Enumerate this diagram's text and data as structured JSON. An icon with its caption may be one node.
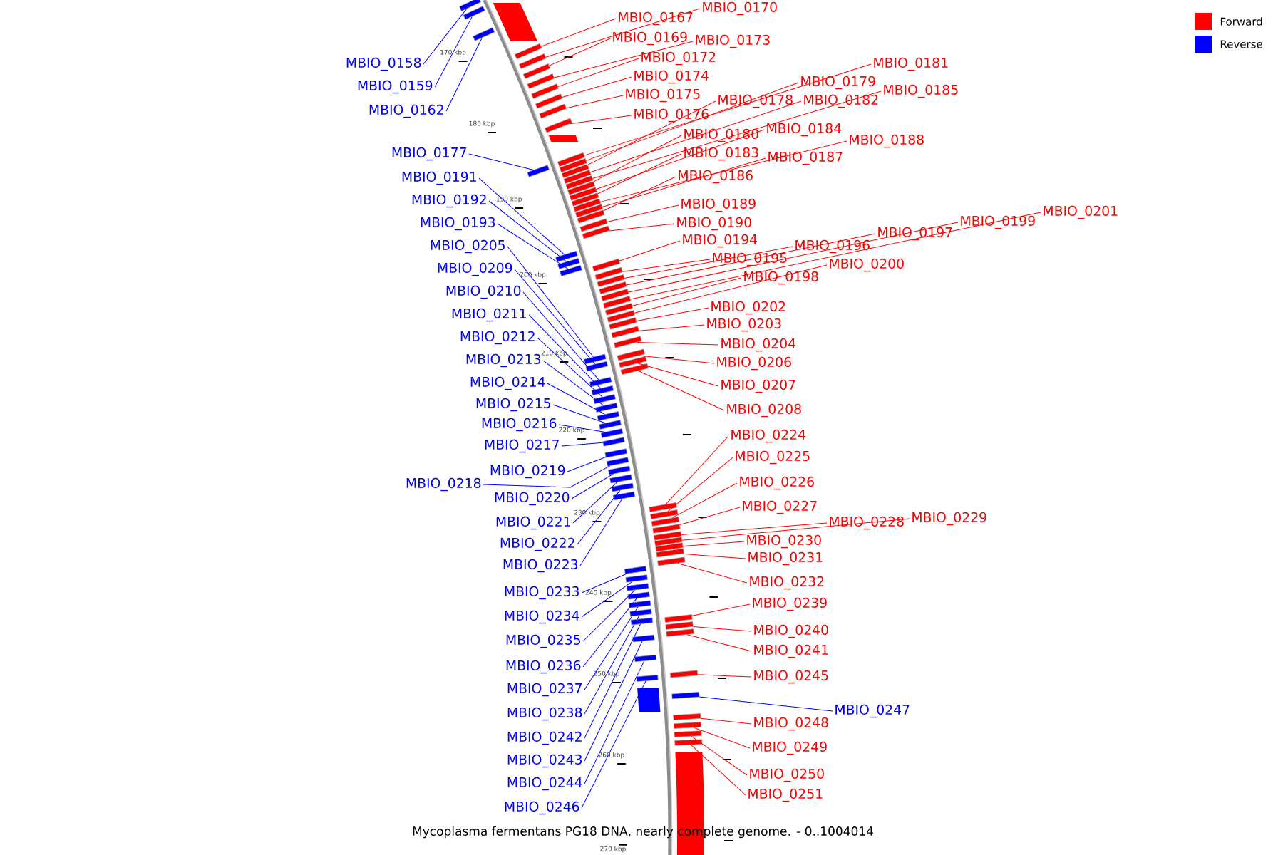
{
  "diagram": {
    "caption": "Mycoplasma fermentans PG18 DNA, nearly complete genome. - 0..1004014",
    "nodes": [
      {
        "text": [
          "MBIO_0158"
        ]
      },
      {
        "text": [
          "MBIO_0159"
        ]
      },
      {
        "text": [
          "MBIO_0162"
        ]
      },
      {
        "text": [
          "MBIO_0177"
        ]
      },
      {
        "text": [
          "MBIO_0191"
        ]
      },
      {
        "text": [
          "MBIO_0192"
        ]
      },
      {
        "text": [
          "MBIO_0193"
        ]
      },
      {
        "text": [
          "MBIO_0205"
        ]
      },
      {
        "text": [
          "MBIO_0209"
        ]
      },
      {
        "text": [
          "MBIO_0210"
        ]
      },
      {
        "text": [
          "MBIO_0211"
        ]
      },
      {
        "text": [
          "MBIO_0212"
        ]
      },
      {
        "text": [
          "MBIO_0213"
        ]
      },
      {
        "text": [
          "MBIO_0214"
        ]
      },
      {
        "text": [
          "MBIO_0215"
        ]
      },
      {
        "text": [
          "MBIO_0216"
        ]
      },
      {
        "text": [
          "MBIO_0217"
        ]
      },
      {
        "text": [
          "MBIO_0219"
        ]
      },
      {
        "text": [
          "MBIO_0218"
        ]
      },
      {
        "text": [
          "MBIO_0220"
        ]
      },
      {
        "text": [
          "MBIO_0221"
        ]
      },
      {
        "text": [
          "MBIO_0222"
        ]
      },
      {
        "text": [
          "MBIO_0223"
        ]
      },
      {
        "text": [
          "MBIO_0233"
        ]
      },
      {
        "text": [
          "MBIO_0234"
        ]
      },
      {
        "text": [
          "MBIO_0235"
        ]
      },
      {
        "text": [
          "MBIO_0236"
        ]
      },
      {
        "text": [
          "MBIO_0237"
        ]
      },
      {
        "text": [
          "MBIO_0238"
        ]
      },
      {
        "text": [
          "MBIO_0242"
        ]
      },
      {
        "text": [
          "MBIO_0243"
        ]
      },
      {
        "text": [
          "MBIO_0244"
        ]
      },
      {
        "text": [
          "MBIO_0246"
        ]
      },
      {
        "text": [
          "MBIO_0167"
        ]
      },
      {
        "text": [
          "MBIO_0170"
        ]
      },
      {
        "text": [
          "MBIO_0169"
        ]
      },
      {
        "text": [
          "MBIO_0173"
        ]
      },
      {
        "text": [
          "MBIO_0172"
        ]
      },
      {
        "text": [
          "MBIO_0174"
        ]
      },
      {
        "text": [
          "MBIO_0175"
        ]
      },
      {
        "text": [
          "MBIO_0176"
        ]
      },
      {
        "text": [
          "MBIO_0181"
        ]
      },
      {
        "text": [
          "MBIO_0179"
        ]
      },
      {
        "text": [
          "MBIO_0178"
        ]
      },
      {
        "text": [
          "MBIO_0182"
        ]
      },
      {
        "text": [
          "MBIO_0185"
        ]
      },
      {
        "text": [
          "MBIO_0180"
        ]
      },
      {
        "text": [
          "MBIO_0184"
        ]
      },
      {
        "text": [
          "MBIO_0183"
        ]
      },
      {
        "text": [
          "MBIO_0188"
        ]
      },
      {
        "text": [
          "MBIO_0187"
        ]
      },
      {
        "text": [
          "MBIO_0186"
        ]
      },
      {
        "text": [
          "MBIO_0189"
        ]
      },
      {
        "text": [
          "MBIO_0190"
        ]
      },
      {
        "text": [
          "MBIO_0194"
        ]
      },
      {
        "text": [
          "MBIO_0195"
        ]
      },
      {
        "text": [
          "MBIO_0196"
        ]
      },
      {
        "text": [
          "MBIO_0197"
        ]
      },
      {
        "text": [
          "MBIO_0199"
        ]
      },
      {
        "text": [
          "MBIO_0201"
        ]
      },
      {
        "text": [
          "MBIO_0198"
        ]
      },
      {
        "text": [
          "MBIO_0200"
        ]
      },
      {
        "text": [
          "MBIO_0202"
        ]
      },
      {
        "text": [
          "MBIO_0203"
        ]
      },
      {
        "text": [
          "MBIO_0204"
        ]
      },
      {
        "text": [
          "MBIO_0206"
        ]
      },
      {
        "text": [
          "MBIO_0207"
        ]
      },
      {
        "text": [
          "MBIO_0208"
        ]
      },
      {
        "text": [
          "MBIO_0224"
        ]
      },
      {
        "text": [
          "MBIO_0225"
        ]
      },
      {
        "text": [
          "MBIO_0226"
        ]
      },
      {
        "text": [
          "MBIO_0227"
        ]
      },
      {
        "text": [
          "MBIO_0228"
        ]
      },
      {
        "text": [
          "MBIO_0229"
        ]
      },
      {
        "text": [
          "MBIO_0230"
        ]
      },
      {
        "text": [
          "MBIO_0231"
        ]
      },
      {
        "text": [
          "MBIO_0232"
        ]
      },
      {
        "text": [
          "MBIO_0239"
        ]
      },
      {
        "text": [
          "MBIO_0240"
        ]
      },
      {
        "text": [
          "MBIO_0241"
        ]
      },
      {
        "text": [
          "MBIO_0245"
        ]
      },
      {
        "text": [
          "MBIO_0247"
        ]
      },
      {
        "text": [
          "MBIO_0248"
        ]
      },
      {
        "text": [
          "MBIO_0249"
        ]
      },
      {
        "text": [
          "MBIO_0250"
        ]
      },
      {
        "text": [
          "MBIO_0251"
        ]
      },
      {
        "text": [],
        "shape": "box"
      },
      {
        "text": [],
        "shape": "box"
      },
      {
        "text": [],
        "shape": "box"
      },
      {
        "text": [],
        "shape": "box"
      },
      {
        "text": [],
        "shape": "box"
      },
      {
        "text": [],
        "shape": "box"
      },
      {
        "text": [],
        "shape": "box"
      },
      {
        "text": [],
        "shape": "box"
      },
      {
        "text": [],
        "shape": "box"
      },
      {
        "text": [],
        "shape": "box"
      },
      {
        "text": [],
        "shape": "box"
      },
      {
        "text": [],
        "shape": "box"
      },
      {
        "text": [],
        "shape": "box"
      },
      {
        "text": [],
        "shape": "box"
      },
      {
        "text": [],
        "shape": "box"
      },
      {
        "text": [],
        "shape": "box"
      },
      {
        "text": [],
        "shape": "box"
      },
      {
        "text": [],
        "shape": "box"
      },
      {
        "text": [],
        "shape": "box"
      },
      {
        "text": [],
        "shape": "box"
      },
      {
        "text": [],
        "shape": "box"
      },
      {
        "text": [],
        "shape": "box"
      },
      {
        "text": [],
        "shape": "box"
      },
      {
        "text": [],
        "shape": "box"
      },
      {
        "text": [],
        "shape": "box"
      },
      {
        "text": [],
        "shape": "box"
      },
      {
        "text": [],
        "shape": "box"
      },
      {
        "text": [],
        "shape": "box"
      },
      {
        "text": [],
        "shape": "box"
      },
      {
        "text": [],
        "shape": "box"
      },
      {
        "text": [],
        "shape": "box"
      },
      {
        "text": [],
        "shape": "box"
      },
      {
        "text": [],
        "shape": "box"
      },
      {
        "text": [],
        "shape": "box"
      },
      {
        "text": [],
        "shape": "box"
      },
      {
        "text": [],
        "shape": "box"
      },
      {
        "text": [],
        "shape": "box"
      },
      {
        "text": [],
        "shape": "box"
      },
      {
        "text": [],
        "shape": "box"
      },
      {
        "text": [],
        "shape": "box"
      },
      {
        "text": [],
        "shape": "box"
      },
      {
        "text": [],
        "shape": "box"
      },
      {
        "text": [],
        "shape": "box"
      },
      {
        "text": [],
        "shape": "box"
      },
      {
        "text": [],
        "shape": "box"
      },
      {
        "text": [],
        "shape": "box"
      },
      {
        "text": [],
        "shape": "box"
      },
      {
        "text": [],
        "shape": "box"
      },
      {
        "text": [],
        "shape": "box"
      },
      {
        "text": [],
        "shape": "box"
      },
      {
        "text": [],
        "shape": "box"
      },
      {
        "text": [],
        "shape": "box"
      },
      {
        "text": [],
        "shape": "box"
      },
      {
        "text": [],
        "shape": "box"
      },
      {
        "text": [],
        "shape": "box"
      },
      {
        "text": [],
        "shape": "box"
      },
      {
        "text": [],
        "shape": "box"
      },
      {
        "text": [],
        "shape": "box"
      },
      {
        "text": [],
        "shape": "box"
      },
      {
        "text": [],
        "shape": "box"
      },
      {
        "text": [],
        "shape": "box"
      },
      {
        "text": [],
        "shape": "box"
      },
      {
        "text": [],
        "shape": "box"
      },
      {
        "text": [],
        "shape": "box"
      },
      {
        "text": [],
        "shape": "box"
      },
      {
        "text": [],
        "shape": "box"
      },
      {
        "text": [],
        "shape": "box"
      },
      {
        "text": [],
        "shape": "box"
      },
      {
        "text": [],
        "shape": "box"
      },
      {
        "text": [],
        "shape": "box"
      },
      {
        "text": [],
        "shape": "box"
      },
      {
        "text": [],
        "shape": "box"
      },
      {
        "text": [],
        "shape": "box"
      },
      {
        "text": [],
        "shape": "box"
      },
      {
        "text": [],
        "shape": "box"
      },
      {
        "text": [],
        "shape": "box"
      },
      {
        "text": [],
        "shape": "box"
      },
      {
        "text": [],
        "shape": "box"
      },
      {
        "text": [],
        "shape": "box"
      },
      {
        "text": [],
        "shape": "box"
      },
      {
        "text": [],
        "shape": "box"
      },
      {
        "text": [],
        "shape": "box"
      },
      {
        "text": [],
        "shape": "box"
      },
      {
        "text": [],
        "shape": "box"
      },
      {
        "text": [],
        "shape": "box"
      },
      {
        "text": [],
        "shape": "box"
      }
    ],
    "edges": [
      {
        "from": 0,
        "to": 86,
        "arrow": "none",
        "color": "#0000ff"
      },
      {
        "from": 1,
        "to": 87,
        "arrow": "none",
        "color": "#0000ff"
      },
      {
        "from": 2,
        "to": 88,
        "arrow": "none",
        "color": "#0000ff"
      },
      {
        "from": 3,
        "to": 89,
        "arrow": "none",
        "color": "#0000ff"
      },
      {
        "from": 4,
        "to": 90,
        "arrow": "none",
        "color": "#0000ff"
      },
      {
        "from": 5,
        "to": 91,
        "arrow": "none",
        "color": "#0000ff"
      },
      {
        "from": 6,
        "to": 92,
        "arrow": "none",
        "color": "#0000ff"
      },
      {
        "from": 7,
        "to": 93,
        "arrow": "none",
        "color": "#0000ff"
      },
      {
        "from": 8,
        "to": 94,
        "arrow": "none",
        "color": "#0000ff"
      },
      {
        "from": 9,
        "to": 95,
        "arrow": "none",
        "color": "#0000ff"
      },
      {
        "from": 10,
        "to": 96,
        "arrow": "none",
        "color": "#0000ff"
      },
      {
        "from": 11,
        "to": 97,
        "arrow": "none",
        "color": "#0000ff"
      },
      {
        "from": 12,
        "to": 98,
        "arrow": "none",
        "color": "#0000ff"
      },
      {
        "from": 13,
        "to": 99,
        "arrow": "none",
        "color": "#0000ff"
      },
      {
        "from": 14,
        "to": 100,
        "arrow": "none",
        "color": "#0000ff"
      },
      {
        "from": 15,
        "to": 101,
        "arrow": "none",
        "color": "#0000ff"
      },
      {
        "from": 16,
        "to": 102,
        "arrow": "none",
        "color": "#0000ff"
      },
      {
        "from": 17,
        "to": 103,
        "arrow": "none",
        "color": "#0000ff"
      },
      {
        "from": 18,
        "to": 104,
        "arrow": "none",
        "color": "#0000ff"
      },
      {
        "from": 19,
        "to": 105,
        "arrow": "none",
        "color": "#0000ff"
      },
      {
        "from": 20,
        "to": 106,
        "arrow": "none",
        "color": "#0000ff"
      },
      {
        "from": 21,
        "to": 107,
        "arrow": "none",
        "color": "#0000ff"
      },
      {
        "from": 22,
        "to": 108,
        "arrow": "none",
        "color": "#0000ff"
      },
      {
        "from": 23,
        "to": 109,
        "arrow": "none",
        "color": "#0000ff"
      },
      {
        "from": 24,
        "to": 110,
        "arrow": "none",
        "color": "#0000ff"
      },
      {
        "from": 25,
        "to": 111,
        "arrow": "none",
        "color": "#0000ff"
      },
      {
        "from": 26,
        "to": 112,
        "arrow": "none",
        "color": "#0000ff"
      },
      {
        "from": 27,
        "to": 113,
        "arrow": "none",
        "color": "#0000ff"
      },
      {
        "from": 28,
        "to": 114,
        "arrow": "none",
        "color": "#0000ff"
      },
      {
        "from": 29,
        "to": 115,
        "arrow": "none",
        "color": "#0000ff"
      },
      {
        "from": 30,
        "to": 116,
        "arrow": "none",
        "color": "#0000ff"
      },
      {
        "from": 31,
        "to": 117,
        "arrow": "none",
        "color": "#0000ff"
      },
      {
        "from": 32,
        "to": 118,
        "arrow": "none",
        "color": "#0000ff"
      },
      {
        "from": 33,
        "to": 119,
        "arrow": "none"
      },
      {
        "from": 34,
        "to": 120,
        "arrow": "none"
      },
      {
        "from": 35,
        "to": 121,
        "arrow": "none"
      },
      {
        "from": 36,
        "to": 122,
        "arrow": "none"
      },
      {
        "from": 37,
        "to": 123,
        "arrow": "none"
      },
      {
        "from": 38,
        "to": 124,
        "arrow": "none"
      },
      {
        "from": 39,
        "to": 125,
        "arrow": "none"
      },
      {
        "from": 40,
        "to": 126,
        "arrow": "none"
      },
      {
        "from": 41,
        "to": 127,
        "arrow": "none"
      },
      {
        "from": 42,
        "to": 128,
        "arrow": "none"
      },
      {
        "from": 43,
        "to": 129,
        "arrow": "none"
      },
      {
        "from": 44,
        "to": 130,
        "arrow": "none"
      },
      {
        "from": 45,
        "to": 131,
        "arrow": "none"
      },
      {
        "from": 46,
        "to": 132,
        "arrow": "none"
      },
      {
        "from": 47,
        "to": 133,
        "arrow": "none"
      },
      {
        "from": 48,
        "to": 134,
        "arrow": "none"
      },
      {
        "from": 49,
        "to": 135,
        "arrow": "none"
      },
      {
        "from": 50,
        "to": 136,
        "arrow": "none"
      },
      {
        "from": 51,
        "to": 137,
        "arrow": "none"
      },
      {
        "from": 52,
        "to": 138,
        "arrow": "none"
      },
      {
        "from": 53,
        "to": 139,
        "arrow": "none"
      },
      {
        "from": 54,
        "to": 140,
        "arrow": "none"
      },
      {
        "from": 55,
        "to": 141,
        "arrow": "none"
      },
      {
        "from": 56,
        "to": 142,
        "arrow": "none"
      },
      {
        "from": 57,
        "to": 143,
        "arrow": "none"
      },
      {
        "from": 58,
        "to": 144,
        "arrow": "none"
      },
      {
        "from": 59,
        "to": 145,
        "arrow": "none"
      },
      {
        "from": 60,
        "to": 146,
        "arrow": "none"
      },
      {
        "from": 61,
        "to": 147,
        "arrow": "none"
      },
      {
        "from": 62,
        "to": 148,
        "arrow": "none"
      },
      {
        "from": 63,
        "to": 149,
        "arrow": "none"
      },
      {
        "from": 64,
        "to": 150,
        "arrow": "none"
      },
      {
        "from": 65,
        "to": 151,
        "arrow": "none"
      },
      {
        "from": 66,
        "to": 152,
        "arrow": "none"
      },
      {
        "from": 67,
        "to": 153,
        "arrow": "none"
      },
      {
        "from": 68,
        "to": 154,
        "arrow": "none"
      },
      {
        "from": 69,
        "to": 155,
        "arrow": "none"
      },
      {
        "from": 70,
        "to": 156,
        "arrow": "none"
      },
      {
        "from": 71,
        "to": 157,
        "arrow": "none"
      },
      {
        "from": 72,
        "to": 158,
        "arrow": "none"
      },
      {
        "from": 73,
        "to": 159,
        "arrow": "none"
      },
      {
        "from": 74,
        "to": 160,
        "arrow": "none"
      },
      {
        "from": 75,
        "to": 161,
        "arrow": "none"
      },
      {
        "from": 76,
        "to": 162,
        "arrow": "none"
      },
      {
        "from": 77,
        "to": 163,
        "arrow": "none"
      },
      {
        "from": 78,
        "to": 164,
        "arrow": "none"
      },
      {
        "from": 79,
        "to": 165,
        "arrow": "none"
      },
      {
        "from": 80,
        "to": 166,
        "arrow": "none"
      },
      {
        "from": 81,
        "to": 167,
        "arrow": "none",
        "color": "#0000ff"
      },
      {
        "from": 82,
        "to": 168,
        "arrow": "none"
      },
      {
        "from": 83,
        "to": 169,
        "arrow": "none"
      },
      {
        "from": 84,
        "to": 170,
        "arrow": "none"
      },
      {
        "from": 85,
        "to": 171,
        "arrow": "none"
      }
    ],
    "labels": [
      "170 kbp",
      "180 kbp",
      "190 kbp",
      "200 kbp",
      "210 kbp",
      "220 kbp",
      "230 kbp",
      "240 kbp",
      "250 kbp",
      "260 kbp",
      "270 kbp"
    ],
    "legend": [
      {
        "text": "Forward",
        "color": "#ff0000"
      },
      {
        "text": "Reverse",
        "color": "#0000ff"
      }
    ]
  }
}
